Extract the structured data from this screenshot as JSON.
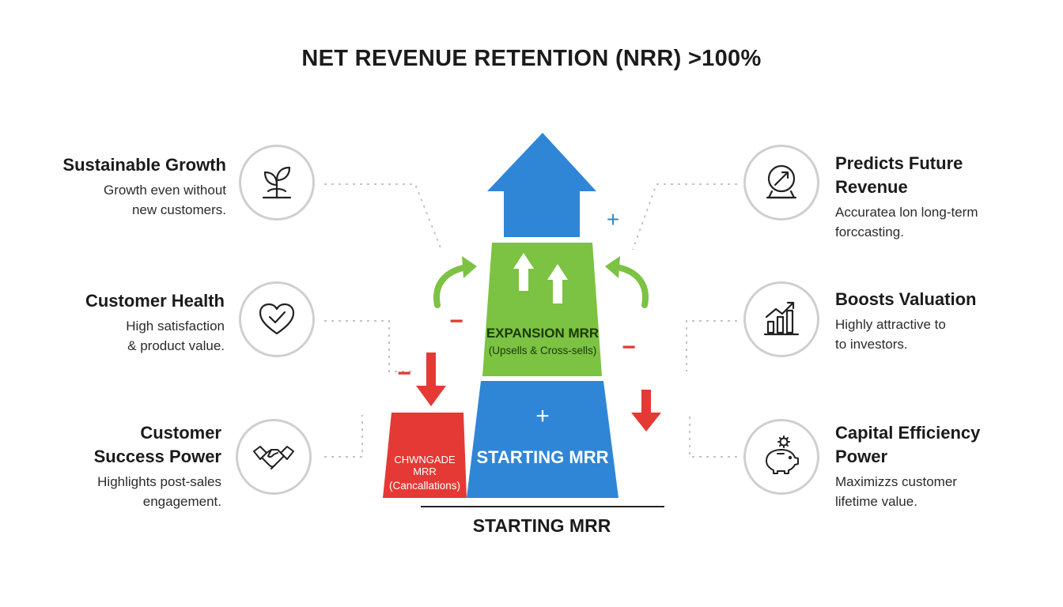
{
  "title": "NET REVENUE RETENTION (NRR) >100%",
  "left_items": [
    {
      "heading": "Sustainable Growth",
      "desc_lines": [
        "Growth even without",
        "new customers."
      ],
      "icon": "sprout-icon"
    },
    {
      "heading": "Customer Health",
      "desc_lines": [
        "High satisfaction",
        "& product value."
      ],
      "icon": "heart-check-icon"
    },
    {
      "heading_lines": [
        "Customer",
        "Success Power"
      ],
      "desc_lines": [
        "Highlights post-sales",
        "engagement."
      ],
      "icon": "handshake-icon"
    }
  ],
  "right_items": [
    {
      "heading_lines": [
        "Predicts Future",
        "Revenue"
      ],
      "desc_lines": [
        "Accuratea lon long-term",
        "forccasting."
      ],
      "icon": "crystal-ball-icon"
    },
    {
      "heading": "Boosts Valuation",
      "desc_lines": [
        "Highly attractive to",
        "to investors."
      ],
      "icon": "bar-chart-growth-icon"
    },
    {
      "heading_lines": [
        "Capital Efficiency",
        "Power"
      ],
      "desc_lines": [
        "Maximizzs customer",
        "lifetime value."
      ],
      "icon": "piggy-bank-gear-icon"
    }
  ],
  "center": {
    "expansion_label": "EXPANSION MRR",
    "expansion_sub": "(Upsells & Cross-sells)",
    "starting_label": "STARTING MRR",
    "churn_label": "CHWNGADE MRR",
    "churn_sub": "(Cancallations)",
    "plus_sign": "+",
    "minus_sign": "−",
    "bottom_label": "STARTING MRR"
  },
  "colors": {
    "blue": "#2f86d6",
    "green": "#7cc243",
    "red": "#e53935",
    "circle_border": "#cfcfcf",
    "dotted": "#c4c4c4"
  }
}
